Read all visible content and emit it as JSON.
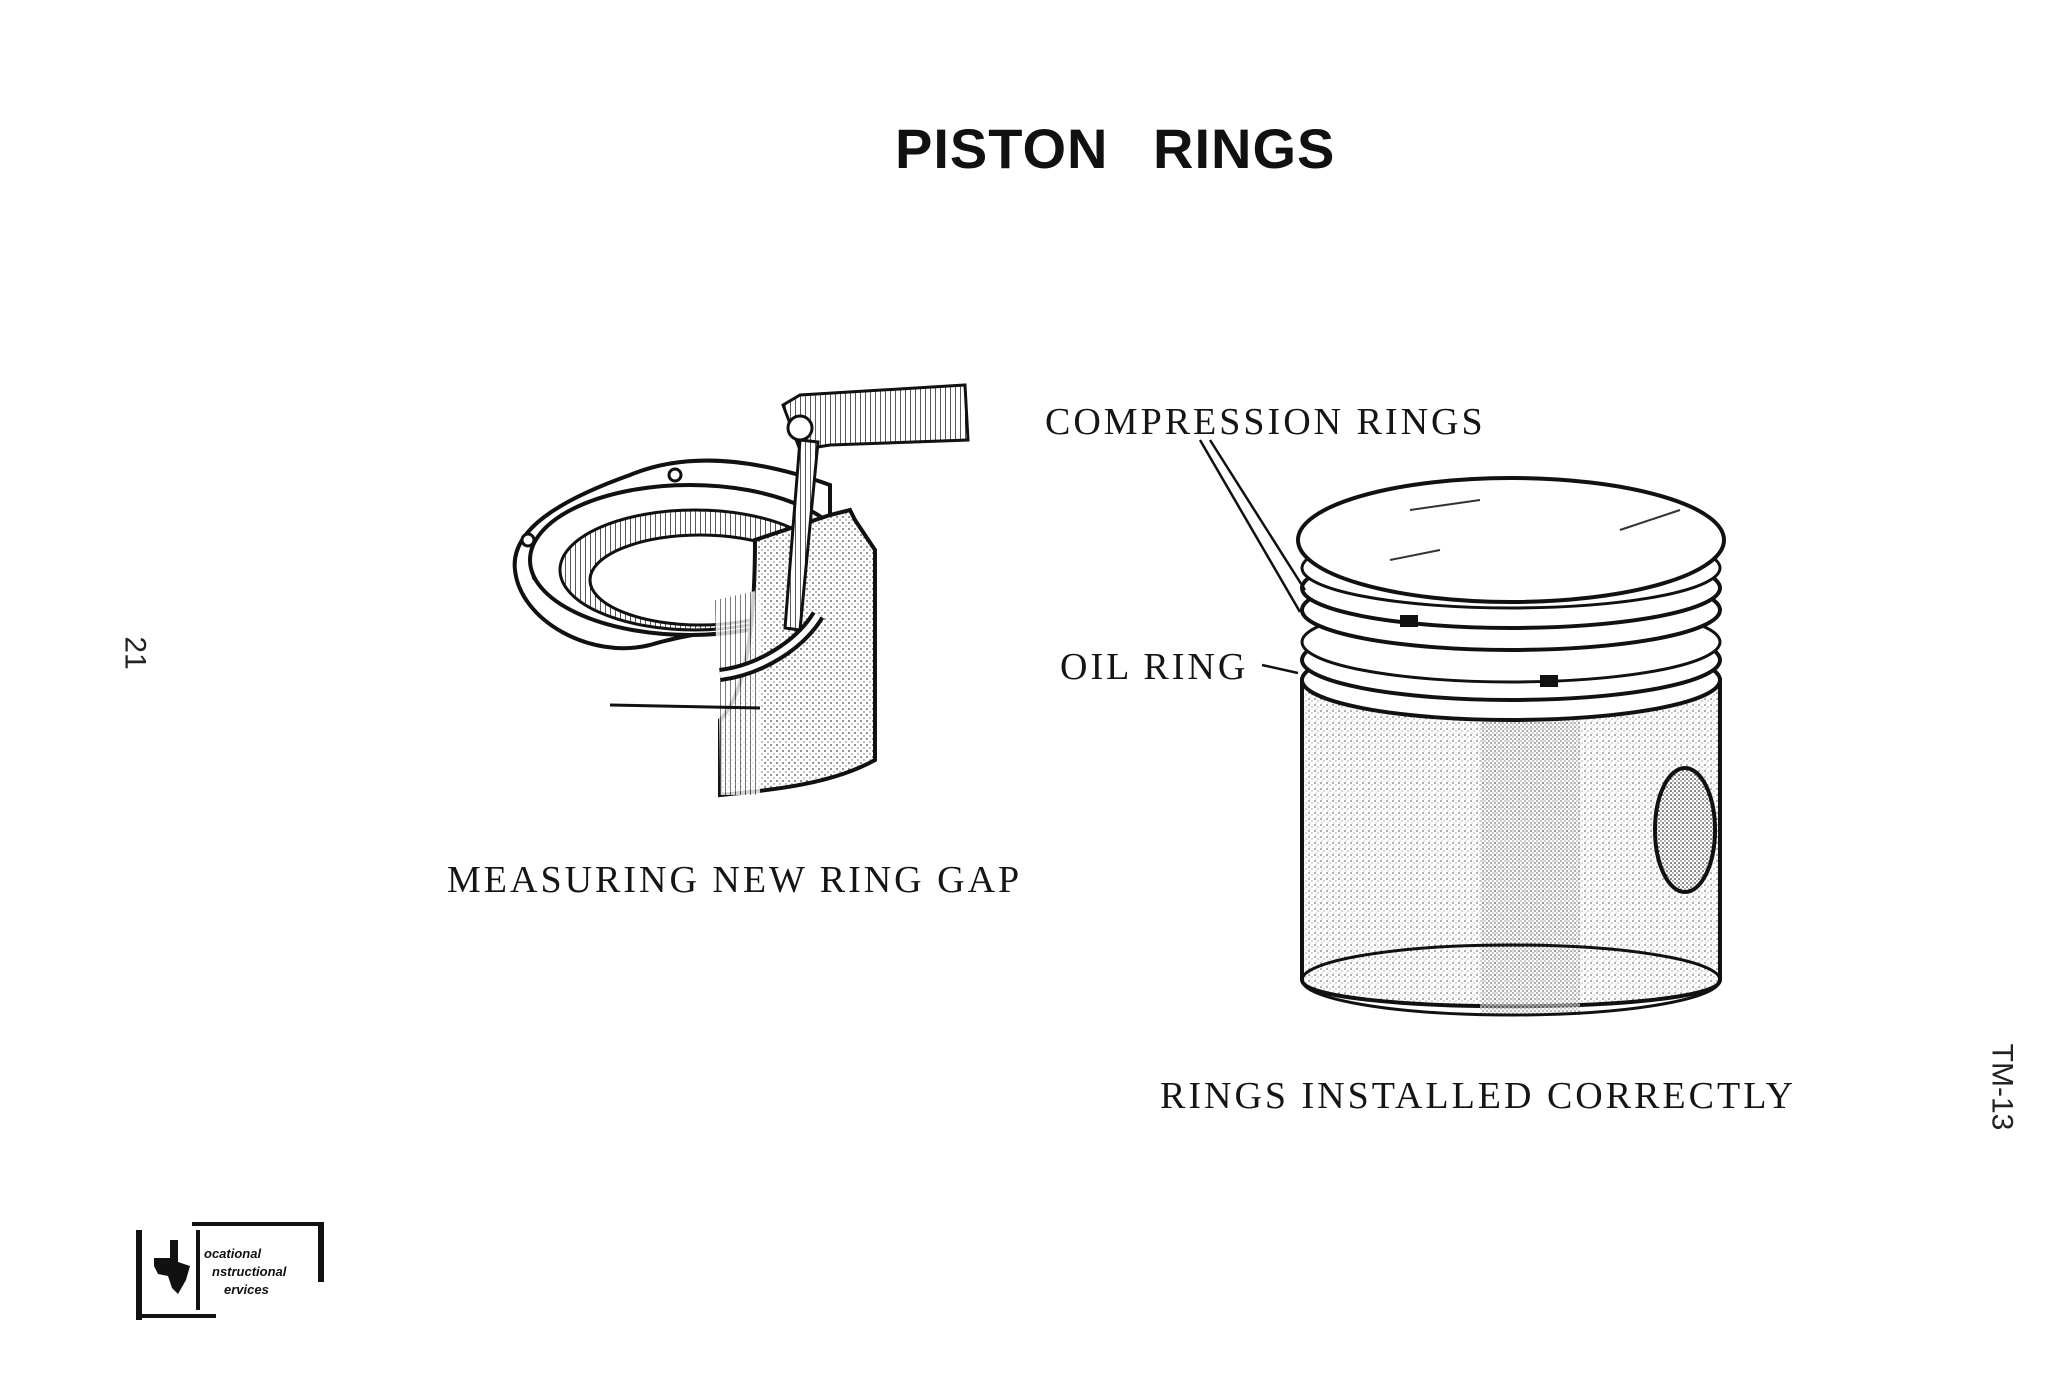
{
  "page": {
    "title": "PISTON RINGS",
    "page_number": "21",
    "doc_code": "TM-13"
  },
  "figures": {
    "left_caption": "MEASURING NEW RING GAP",
    "right_caption": "RINGS INSTALLED CORRECTLY",
    "label_compression": "COMPRESSION RINGS",
    "label_oil": "OIL RING"
  },
  "logo": {
    "line1": "ocational",
    "line2": "nstructional",
    "line3": "ervices"
  }
}
